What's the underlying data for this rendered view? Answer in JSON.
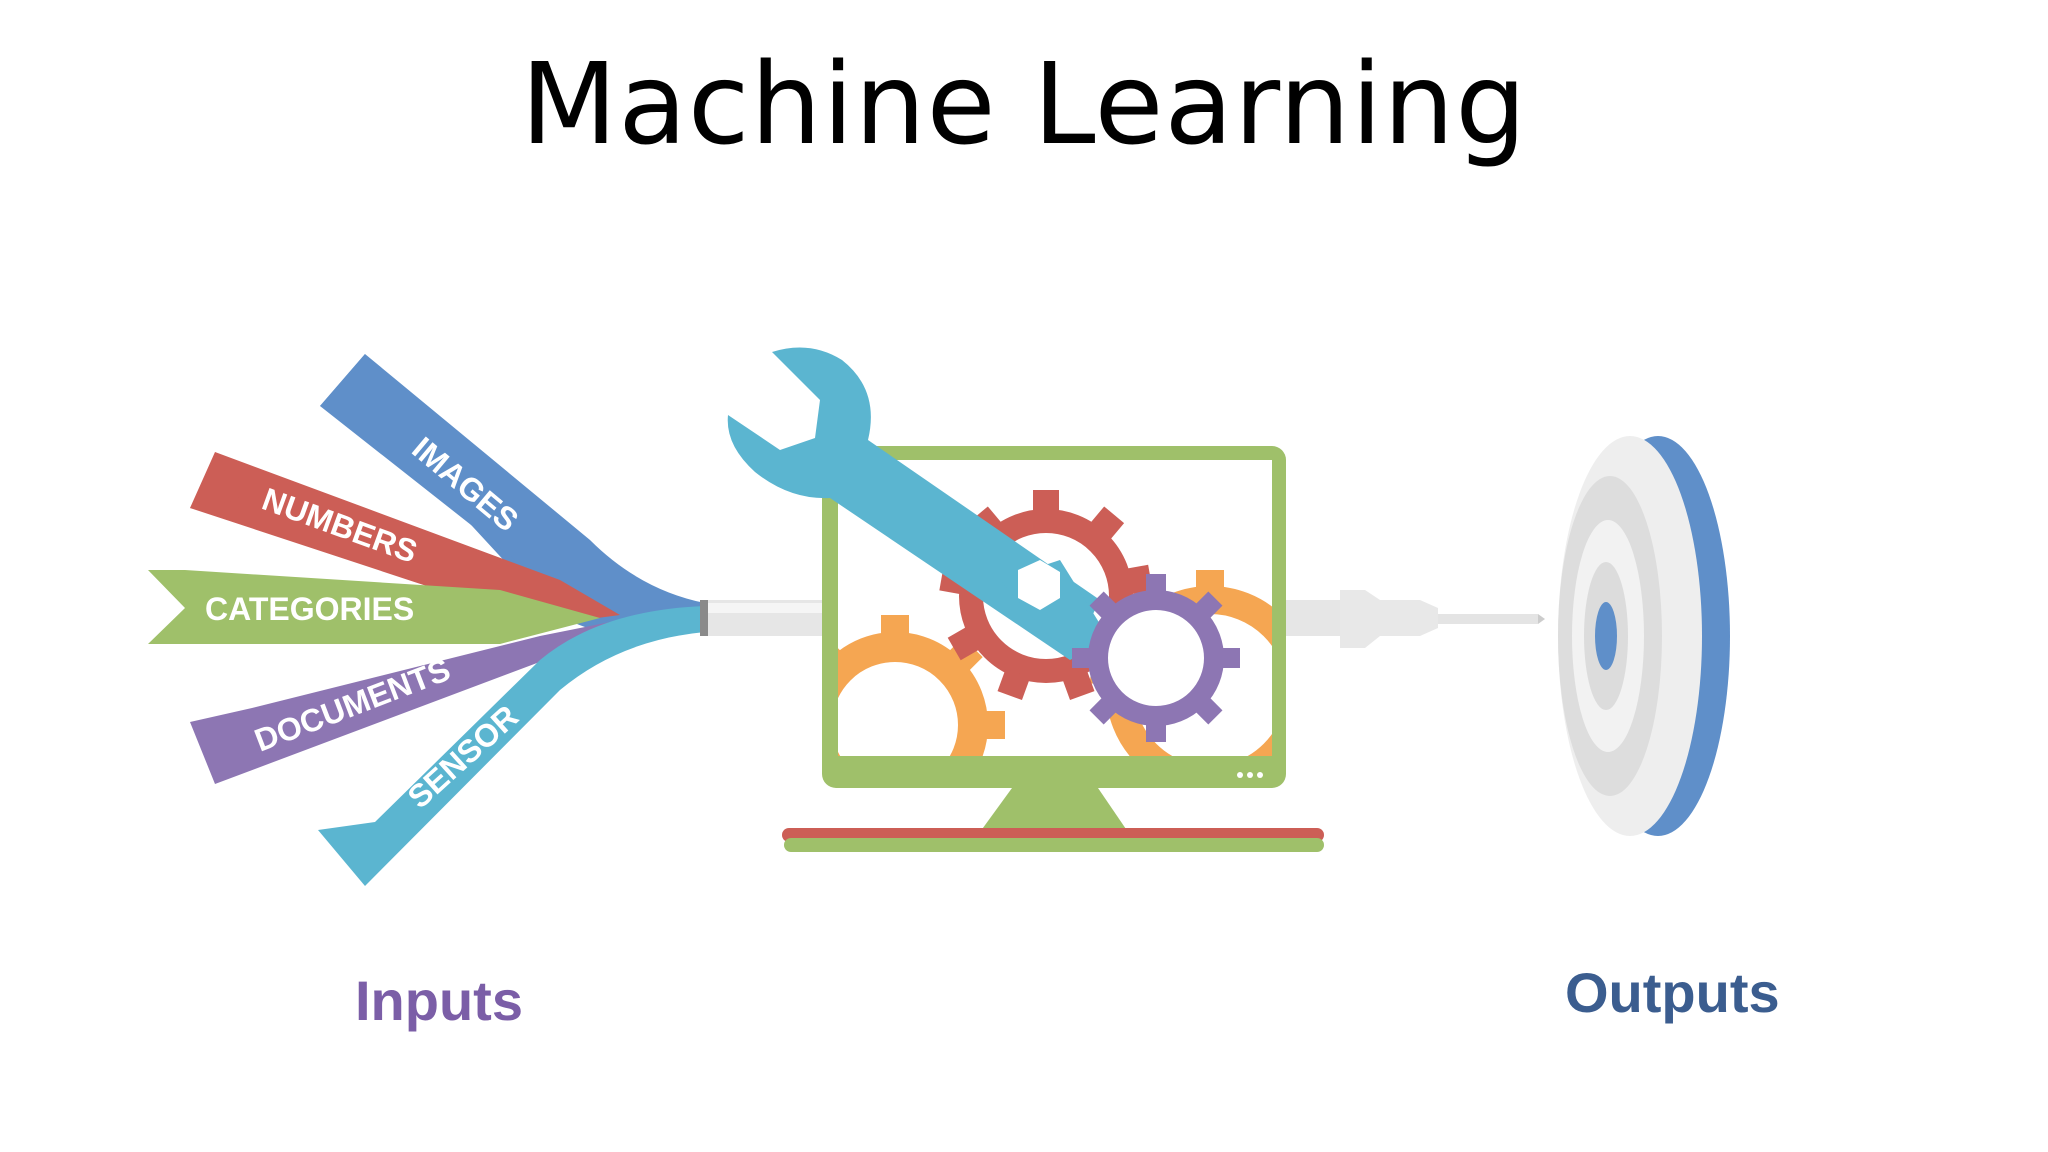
{
  "title": "Machine Learning",
  "inputs": {
    "label": "Inputs",
    "ribbons": [
      {
        "label": "IMAGES",
        "color": "#5f8fc9"
      },
      {
        "label": "NUMBERS",
        "color": "#cc5e56"
      },
      {
        "label": "CATEGORIES",
        "color": "#9fc06a"
      },
      {
        "label": "DOCUMENTS",
        "color": "#8d76b3"
      },
      {
        "label": "SENSOR",
        "color": "#5bb5d0"
      }
    ]
  },
  "outputs": {
    "label": "Outputs"
  },
  "colors": {
    "monitor": "#9fc06a",
    "monitor_base": "#cc5e56",
    "wrench": "#5bb5d0",
    "gear_red": "#cc5e56",
    "gear_orange": "#f5a652",
    "gear_purple": "#8d76b3",
    "target_blue": "#5f8fc9"
  },
  "icons": [
    "ribbon-bundle",
    "wrench-icon",
    "monitor-icon",
    "gear-icon",
    "target-icon"
  ]
}
